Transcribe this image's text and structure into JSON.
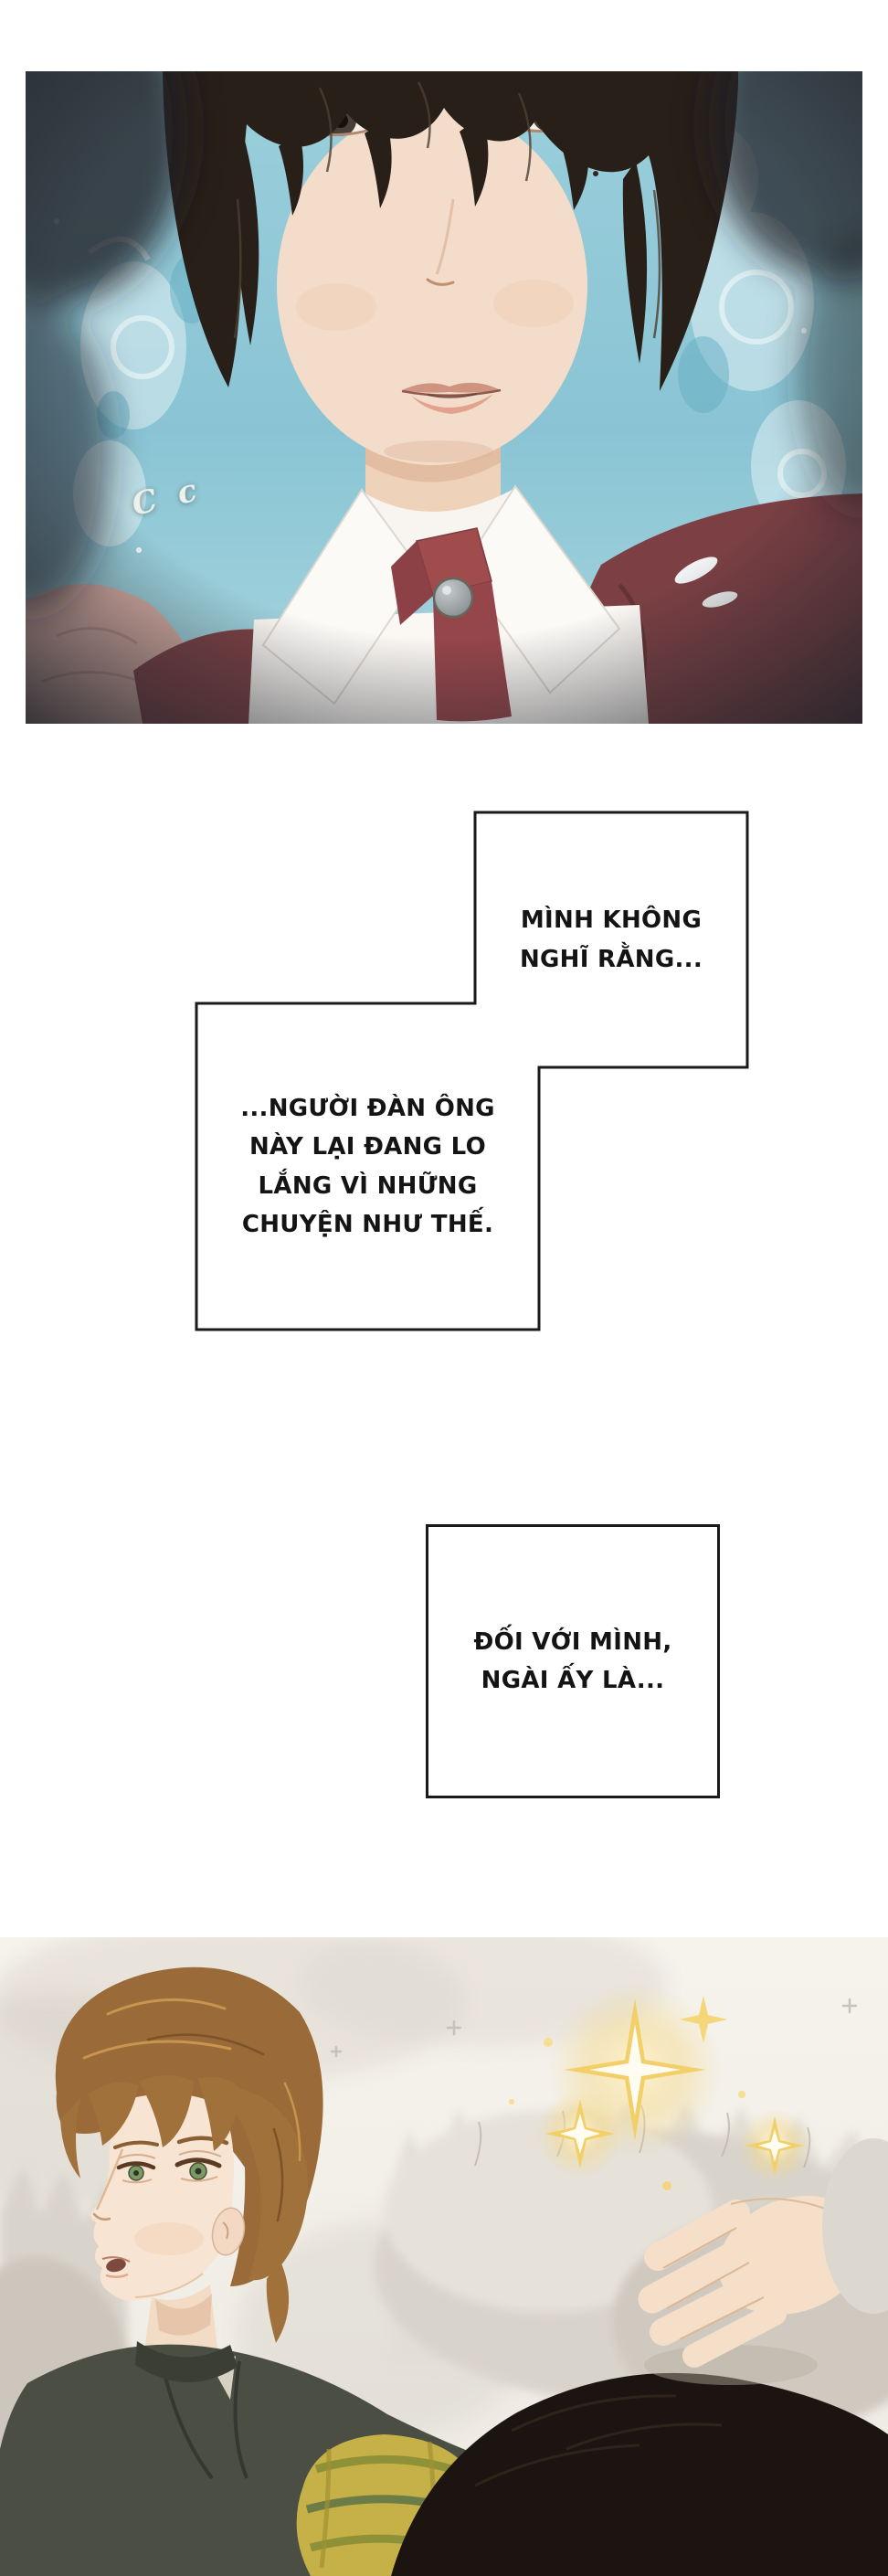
{
  "sfx": {
    "top_panel": "C c"
  },
  "thoughts": {
    "box1_lines": [
      "MÌNH KHÔNG",
      "NGHĨ RẰNG..."
    ],
    "box2_lines": [
      "...NGƯỜI ĐÀN ÔNG",
      "NÀY LẠI ĐANG LO",
      "LẮNG VÌ NHỮNG",
      "CHUYỆN NHƯ THẾ."
    ],
    "box3_lines": [
      "ĐỐI VỚI MÌNH,",
      "NGÀI ẤY LÀ..."
    ]
  },
  "colors": {
    "outline_black": "#1a1a1a",
    "top_panel_wallpaper_teal": "#8ac4d4",
    "top_panel_hair_dark": "#281f18",
    "top_panel_skin": "#f3ddca",
    "jacket_maroon": "#7c4044",
    "tie_red": "#a04c4c",
    "bottom_panel_hair_auburn": "#9a6a38",
    "bottom_panel_eyes_green": "#7b9a63",
    "coat_gray_green": "#4a4e43",
    "scarf_yellow": "#c5b148",
    "sparkle_gold": "#f3cf6a",
    "fur_gray": "#d9d4cb"
  }
}
